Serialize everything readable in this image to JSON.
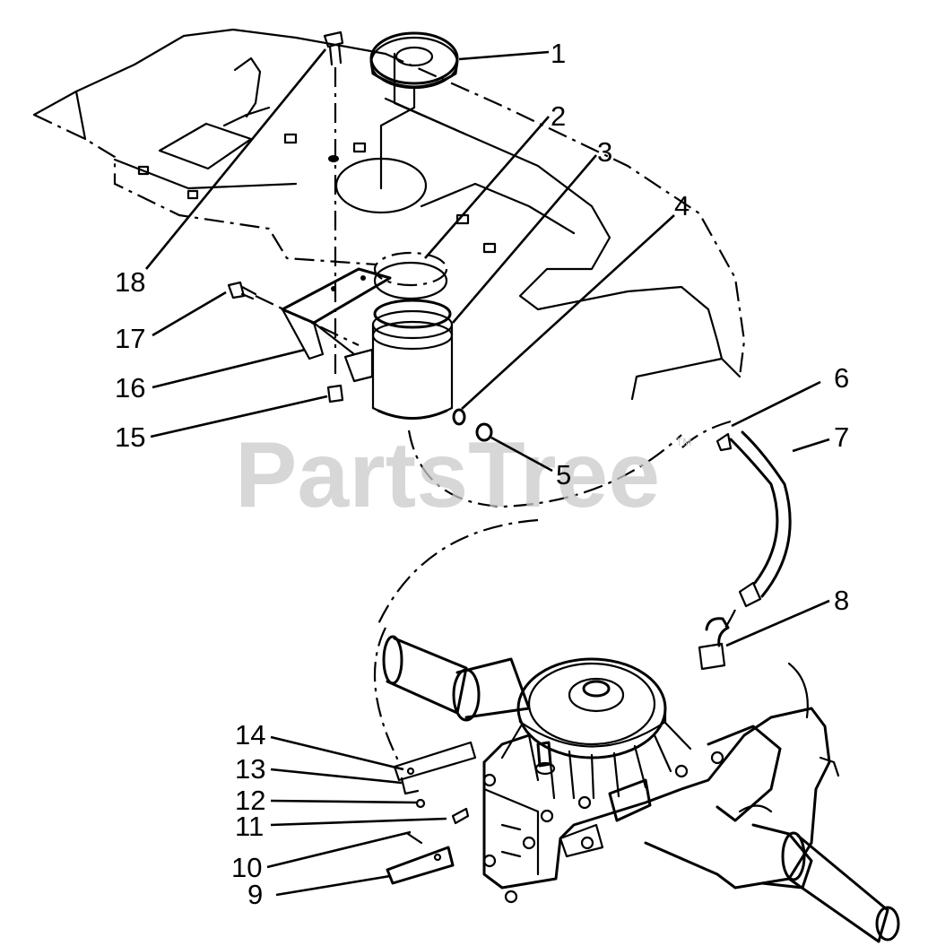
{
  "watermark": {
    "text": "PartsTree",
    "trademark": "TM"
  },
  "callouts": [
    {
      "id": "1",
      "label": "1"
    },
    {
      "id": "2",
      "label": "2"
    },
    {
      "id": "3",
      "label": "3"
    },
    {
      "id": "4",
      "label": "4"
    },
    {
      "id": "5",
      "label": "5"
    },
    {
      "id": "6",
      "label": "6"
    },
    {
      "id": "7",
      "label": "7"
    },
    {
      "id": "8",
      "label": "8"
    },
    {
      "id": "9",
      "label": "9"
    },
    {
      "id": "10",
      "label": "10"
    },
    {
      "id": "11",
      "label": "11"
    },
    {
      "id": "12",
      "label": "12"
    },
    {
      "id": "13",
      "label": "13"
    },
    {
      "id": "14",
      "label": "14"
    },
    {
      "id": "15",
      "label": "15"
    },
    {
      "id": "16",
      "label": "16"
    },
    {
      "id": "17",
      "label": "17"
    },
    {
      "id": "18",
      "label": "18"
    }
  ]
}
